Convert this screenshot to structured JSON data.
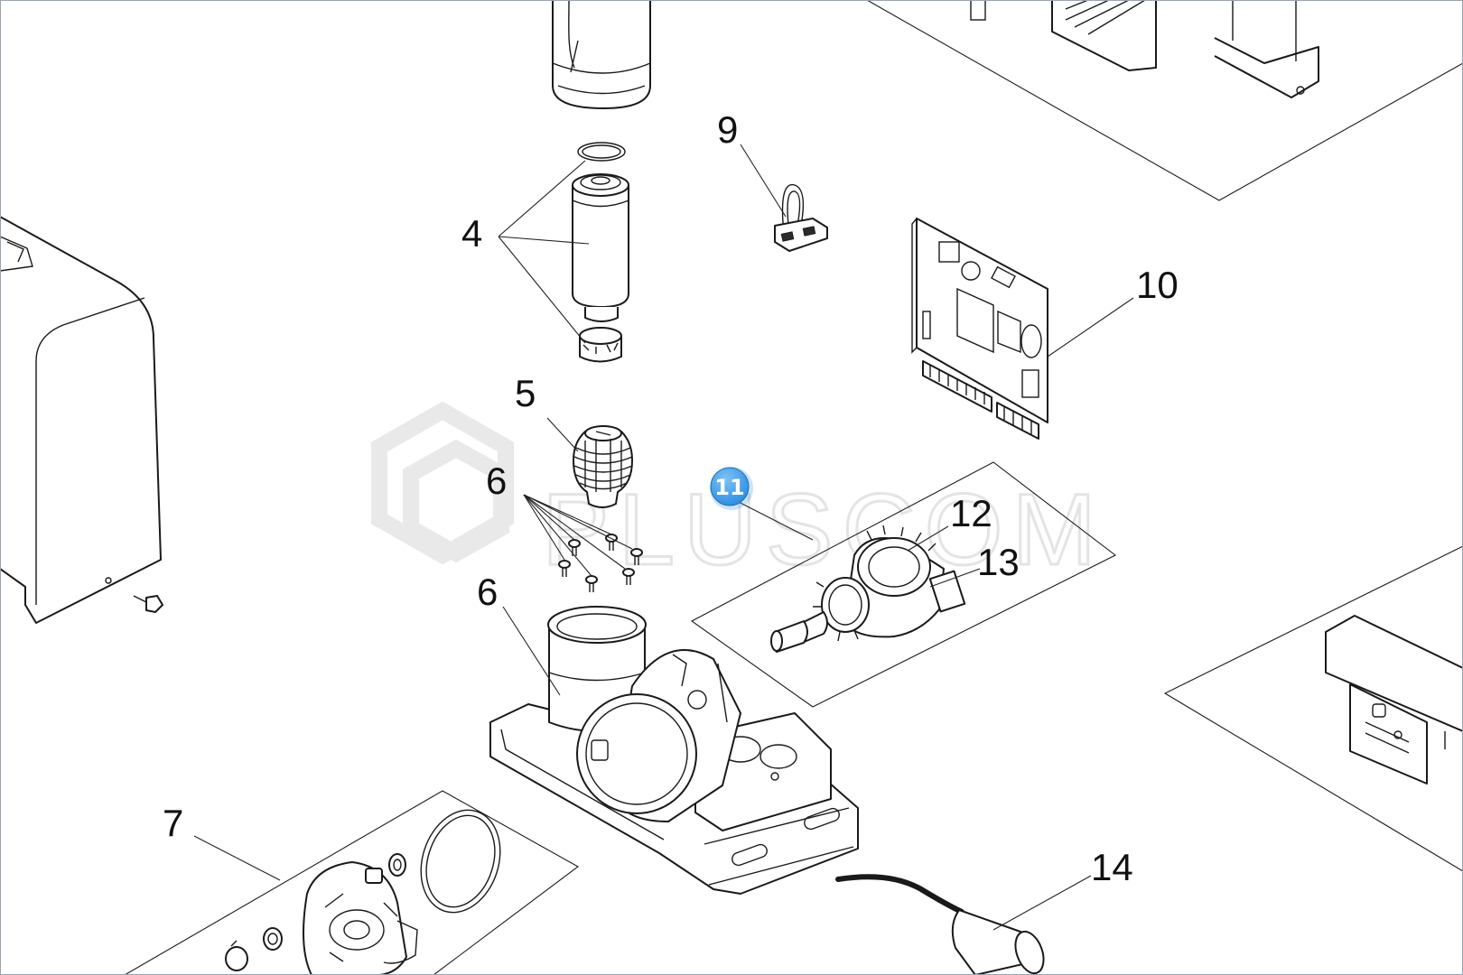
{
  "watermark": {
    "text": "PLUSCOM"
  },
  "colors": {
    "badge": "#2f8fe0",
    "badge_highlight": "#7ec2f6",
    "line": "#1a1a1a",
    "frame": "#9aa4b0"
  },
  "callouts": {
    "c4": "4",
    "c5": "5",
    "c6a": "6",
    "c6b": "6",
    "c7": "7",
    "c9": "9",
    "c10": "10",
    "c12": "12",
    "c13": "13",
    "c14": "14"
  },
  "hotspot": {
    "label": "11",
    "icon": "hotspot-badge-icon"
  }
}
